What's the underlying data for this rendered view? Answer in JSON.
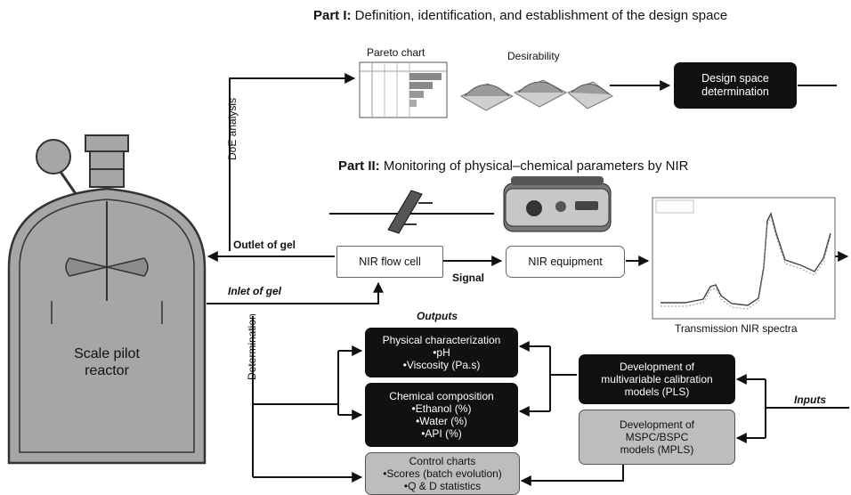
{
  "part1": {
    "prefix": "Part I:",
    "text": " Definition, identification, and establishment of the design space"
  },
  "part2": {
    "prefix": "Part II:",
    "text": " Monitoring of physical–chemical parameters by NIR"
  },
  "pareto_label": "Pareto chart",
  "desirability_label": "Desirability",
  "design_space": [
    "Design space",
    "determination"
  ],
  "doe_label": "DoE analysis",
  "determination_label": "Determination",
  "outlet_label": "Outlet of gel",
  "inlet_label": "Inlet of gel",
  "signal_label": "Signal",
  "nir_flow_cell": "NIR flow cell",
  "nir_equipment": "NIR equipment",
  "spectra_caption": "Transmission NIR spectra",
  "reactor_label": [
    "Scale pilot",
    "reactor"
  ],
  "outputs_label": "Outputs",
  "inputs_label": "Inputs",
  "physical": [
    "Physical characterization",
    "•pH",
    "•Viscosity (Pa.s)"
  ],
  "chemical": [
    "Chemical composition",
    "•Ethanol (%)",
    "•Water (%)",
    "•API (%)"
  ],
  "control": [
    "Control charts",
    "•Scores (batch evolution)",
    "•Q & D statistics"
  ],
  "pls_model": [
    "Development of",
    "multivariable calibration",
    "models (PLS)"
  ],
  "mspc_model": [
    "Development of",
    "MSPC/BSPC",
    "models (MPLS)"
  ],
  "colors": {
    "black_box": "#111111",
    "grey_box": "#bdbdbd",
    "reactor": "#a6a6a6"
  }
}
